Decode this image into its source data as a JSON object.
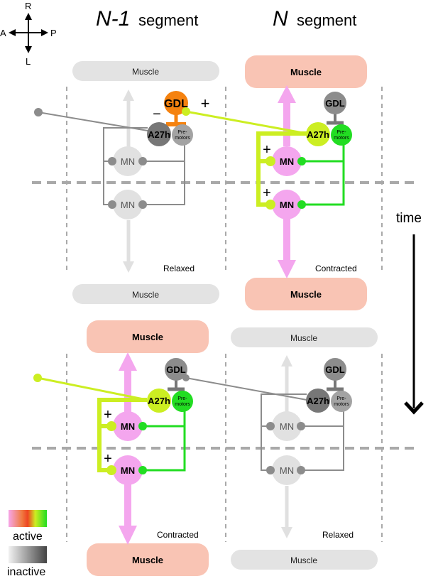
{
  "header": {
    "left_label": "N-1",
    "right_label": "N",
    "segment_word": "segment"
  },
  "compass": {
    "north": "R",
    "south": "L",
    "west": "A",
    "east": "P"
  },
  "time_label": "time",
  "top_panel": {
    "left": {
      "muscle_top": "Muscle",
      "muscle_bottom": "Muscle",
      "state": "Relaxed",
      "gdl": "GDL",
      "a27h": "A27h",
      "premotors": [
        "Pre-",
        "motors"
      ],
      "mn_upper": "MN",
      "mn_lower": "MN",
      "minus_sign": "−",
      "plus_sign": "+"
    },
    "right": {
      "muscle_top": "Muscle",
      "muscle_bottom": "Muscle",
      "state": "Contracted",
      "gdl": "GDL",
      "a27h": "A27h",
      "premotors": [
        "Pre-",
        "motors"
      ],
      "mn_upper": "MN",
      "mn_lower": "MN",
      "plus_upper": "+",
      "plus_lower": "+"
    }
  },
  "bottom_panel": {
    "left": {
      "muscle_top": "Muscle",
      "muscle_bottom": "Muscle",
      "state": "Contracted",
      "gdl": "GDL",
      "a27h": "A27h",
      "premotors": [
        "Pre-",
        "motors"
      ],
      "mn_upper": "MN",
      "mn_lower": "MN",
      "plus_upper": "+",
      "plus_lower": "+"
    },
    "right": {
      "muscle_top": "Muscle",
      "muscle_bottom": "Muscle",
      "state": "Relaxed",
      "gdl": "GDL",
      "a27h": "A27h",
      "premotors": [
        "Pre-",
        "motors"
      ],
      "mn_upper": "MN",
      "mn_lower": "MN"
    }
  },
  "legend": {
    "active": "active",
    "inactive": "inactive"
  },
  "colors": {
    "active_muscle": "#f9c4b4",
    "inactive_muscle": "#e3e3e3",
    "active_mn": "#f4a6ee",
    "inactive_mn": "#e1e1e1",
    "a27h_active": "#ccee22",
    "premotor_active": "#22dd22",
    "gdl_active": "#f5820f",
    "inactive_dark": "#777777",
    "inactive_mid": "#8c8c8c",
    "divider": "#a9a9a9"
  }
}
